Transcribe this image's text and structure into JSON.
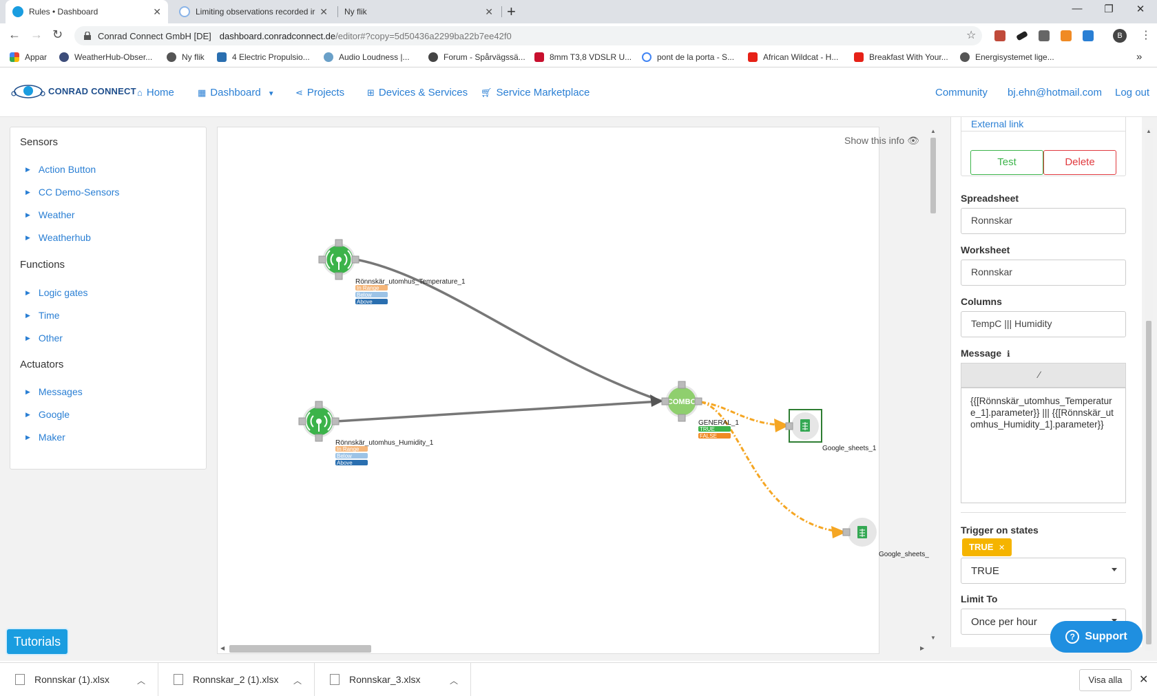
{
  "browser": {
    "tabs": [
      {
        "title": "Rules • Dashboard",
        "active": true
      },
      {
        "title": "Limiting observations recorded ir",
        "active": false
      },
      {
        "title": "Ny flik",
        "active": false
      }
    ],
    "omnibox": {
      "site": "Conrad Connect GmbH [DE]",
      "host": "dashboard.conradconnect.de",
      "path": "/editor#?copy=5d50436a2299ba22b7ee42f0"
    },
    "profile_initial": "B",
    "bookmarks": [
      "Appar",
      "WeatherHub-Obser...",
      "Ny flik",
      "4 Electric Propulsio...",
      "Audio Loudness |...",
      "Forum - Spårvägssä...",
      "8mm T3,8 VDSLR U...",
      "pont de la porta - S...",
      "African Wildcat - H...",
      "Breakfast With Your...",
      "Energisystemet lige..."
    ]
  },
  "site": {
    "brand": "CONRAD CONNECT",
    "nav": {
      "home": "Home",
      "dashboard": "Dashboard",
      "projects": "Projects",
      "devices": "Devices & Services",
      "marketplace": "Service Marketplace",
      "community": "Community",
      "user": "bj.ehn@hotmail.com",
      "logout": "Log out"
    }
  },
  "sidebar": {
    "sensors_heading": "Sensors",
    "sensors": [
      "Action Button",
      "CC Demo-Sensors",
      "Weather",
      "Weatherhub"
    ],
    "functions_heading": "Functions",
    "functions": [
      "Logic gates",
      "Time",
      "Other"
    ],
    "actuators_heading": "Actuators",
    "actuators": [
      "Messages",
      "Google",
      "Maker"
    ]
  },
  "canvas": {
    "show_info": "Show this info",
    "nodes": {
      "temp_label": "Rönnskär_utomhus_Temperature_1",
      "hum_label": "Rönnskär_utomhus_Humidity_1",
      "combo_text": "COMBO",
      "combo_label": "GENERAL_1",
      "sheets1_label": "Google_sheets_1",
      "sheets2_label": "Google_sheets_"
    },
    "states": {
      "in_range": "In Range",
      "below": "Below",
      "above": "Above",
      "true": "TRUE",
      "false": "FALSE"
    }
  },
  "panel": {
    "external_link": "External link",
    "test": "Test",
    "delete": "Delete",
    "spreadsheet_label": "Spreadsheet",
    "spreadsheet_value": "Ronnskar",
    "worksheet_label": "Worksheet",
    "worksheet_value": "Ronnskar",
    "columns_label": "Columns",
    "columns_value": "TempC ||| Humidity",
    "message_label": "Message",
    "message_value": "{{[Rönnskär_utomhus_Temperature_1].parameter}} ||| {{[Rönnskär_utomhus_Humidity_1].parameter}}",
    "trigger_label": "Trigger on states",
    "trigger_tag": "TRUE",
    "trigger_select": "TRUE",
    "limit_label": "Limit To",
    "limit_select": "Once per hour"
  },
  "buttons": {
    "tutorials": "Tutorials",
    "support": "Support"
  },
  "downloads": {
    "files": [
      "Ronnskar (1).xlsx",
      "Ronnskar_2 (1).xlsx",
      "Ronnskar_3.xlsx"
    ],
    "show_all": "Visa alla"
  },
  "colors": {
    "link": "#2a7fd4",
    "node_green": "#3cb34a",
    "combo_green": "#8fcf6e",
    "edge_gray": "#777777",
    "edge_orange": "#f5a623",
    "test_green": "#3cb34a",
    "delete_red": "#e0393e"
  }
}
